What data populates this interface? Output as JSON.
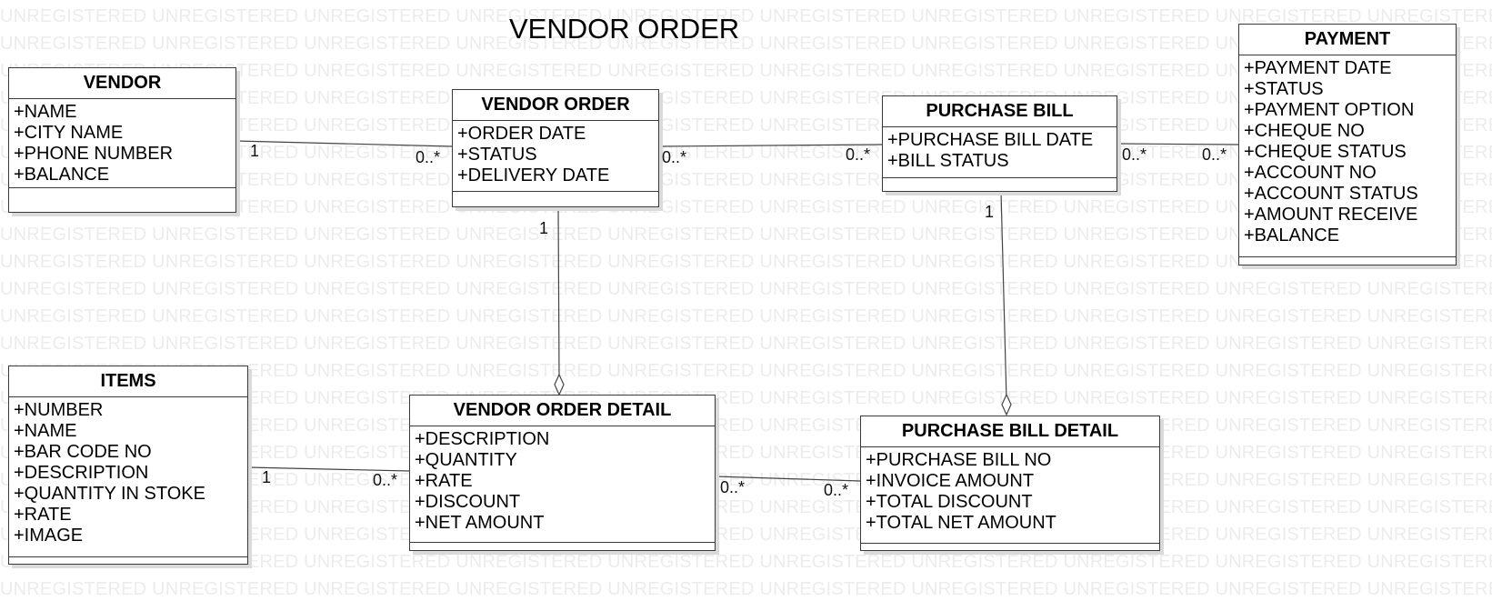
{
  "title": "VENDOR ORDER",
  "watermark_text": "UNREGISTERED",
  "classes": {
    "vendor": {
      "name": "VENDOR",
      "attributes": [
        "+NAME",
        "+CITY NAME",
        "+PHONE NUMBER",
        "+BALANCE"
      ]
    },
    "vendor_order": {
      "name": "VENDOR ORDER",
      "attributes": [
        "+ORDER DATE",
        "+STATUS",
        "+DELIVERY DATE"
      ]
    },
    "purchase_bill": {
      "name": "PURCHASE BILL",
      "attributes": [
        "+PURCHASE BILL DATE",
        "+BILL STATUS"
      ]
    },
    "payment": {
      "name": "PAYMENT",
      "attributes": [
        "+PAYMENT DATE",
        "+STATUS",
        "+PAYMENT OPTION",
        "+CHEQUE NO",
        "+CHEQUE STATUS",
        "+ACCOUNT NO",
        "+ACCOUNT STATUS",
        "+AMOUNT RECEIVE",
        "+BALANCE"
      ]
    },
    "items": {
      "name": "ITEMS",
      "attributes": [
        "+NUMBER",
        "+NAME",
        "+BAR CODE NO",
        "+DESCRIPTION",
        "+QUANTITY IN STOKE",
        "+RATE",
        "+IMAGE"
      ]
    },
    "vendor_order_detail": {
      "name": "VENDOR ORDER DETAIL",
      "attributes": [
        "+DESCRIPTION",
        "+QUANTITY",
        "+RATE",
        "+DISCOUNT",
        "+NET AMOUNT"
      ]
    },
    "purchase_bill_detail": {
      "name": "PURCHASE BILL DETAIL",
      "attributes": [
        "+PURCHASE BILL NO",
        "+INVOICE AMOUNT",
        "+TOTAL DISCOUNT",
        "+TOTAL NET AMOUNT"
      ]
    }
  },
  "multiplicities": {
    "vendor_to_order": "1",
    "order_from_vendor": "0..*",
    "order_to_bill": "0..*",
    "bill_from_order": "0..*",
    "bill_to_payment": "0..*",
    "payment_from_bill": "0..*",
    "order_to_detail": "1",
    "bill_to_bill_detail": "1",
    "items_to_detail": "1",
    "detail_from_items": "0..*",
    "detail_to_bill_detail": "0..*",
    "bill_detail_from_detail": "0..*"
  }
}
